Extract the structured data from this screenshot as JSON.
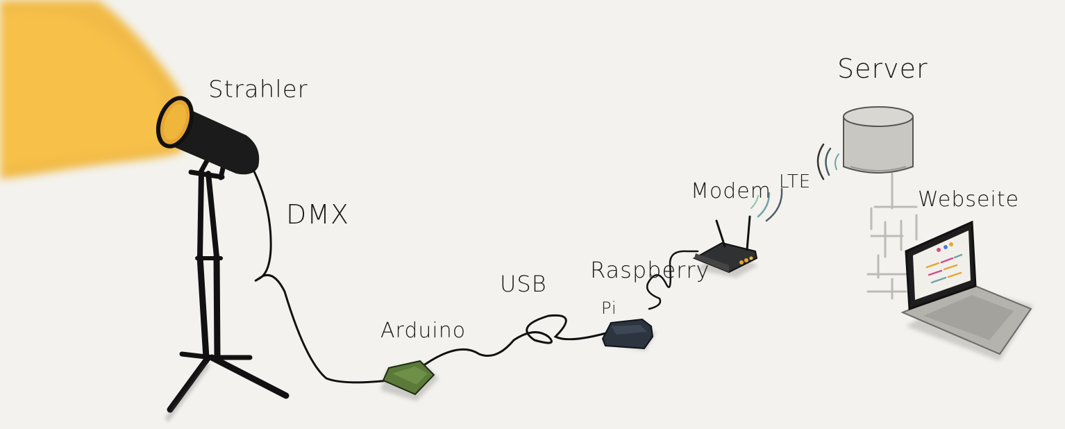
{
  "labels": {
    "spotlight": "Strahler",
    "dmx": "DMX",
    "arduino": "Arduino",
    "usb": "USB",
    "raspberry_line1": "Raspberry",
    "raspberry_line2": "Pi",
    "modem": "Modem",
    "lte": "LTE",
    "server": "Server",
    "website": "Webseite"
  },
  "colors": {
    "background": "#f3f2ee",
    "light_beam": "#f2b535",
    "cable": "#111111",
    "arduino": "#5b7a3a",
    "raspberry": "#2c3440",
    "modem": "#2f3133",
    "server": "#c9c7c2",
    "laptop": "#b5b3ad",
    "wireless": "#6fa3a8"
  },
  "icons": [
    "spotlight-icon",
    "arduino-board-icon",
    "raspberry-pi-icon",
    "modem-icon",
    "server-icon",
    "laptop-icon",
    "wireless-signal-icon"
  ]
}
